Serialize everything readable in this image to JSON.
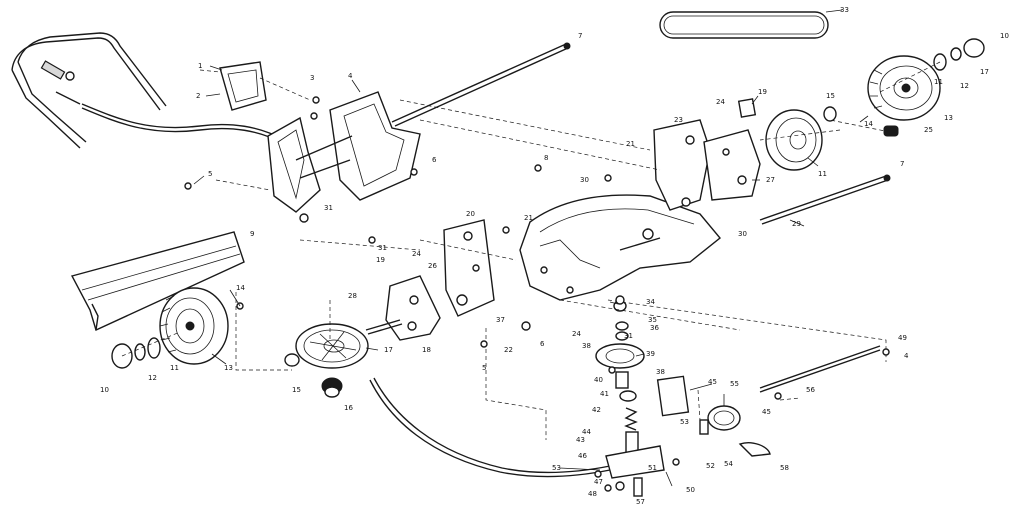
{
  "labels": [
    {
      "id": "l1",
      "text": "1"
    },
    {
      "id": "l2",
      "text": "2"
    },
    {
      "id": "l3",
      "text": "3"
    },
    {
      "id": "l4",
      "text": "4"
    },
    {
      "id": "l5",
      "text": "5"
    },
    {
      "id": "l5b",
      "text": "5"
    },
    {
      "id": "l6",
      "text": "6"
    },
    {
      "id": "l6b",
      "text": "6"
    },
    {
      "id": "l7",
      "text": "7"
    },
    {
      "id": "l7b",
      "text": "7"
    },
    {
      "id": "l8",
      "text": "8"
    },
    {
      "id": "l9",
      "text": "9"
    },
    {
      "id": "l10",
      "text": "10"
    },
    {
      "id": "l10b",
      "text": "10"
    },
    {
      "id": "l11",
      "text": "11"
    },
    {
      "id": "l11b",
      "text": "11"
    },
    {
      "id": "l11c",
      "text": "11"
    },
    {
      "id": "l12",
      "text": "12"
    },
    {
      "id": "l12b",
      "text": "12"
    },
    {
      "id": "l13",
      "text": "13"
    },
    {
      "id": "l13b",
      "text": "13"
    },
    {
      "id": "l14",
      "text": "14"
    },
    {
      "id": "l14b",
      "text": "14"
    },
    {
      "id": "l15",
      "text": "15"
    },
    {
      "id": "l15b",
      "text": "15"
    },
    {
      "id": "l16",
      "text": "16"
    },
    {
      "id": "l17",
      "text": "17"
    },
    {
      "id": "l17b",
      "text": "17"
    },
    {
      "id": "l18",
      "text": "18"
    },
    {
      "id": "l19",
      "text": "19"
    },
    {
      "id": "l19b",
      "text": "19"
    },
    {
      "id": "l20",
      "text": "20"
    },
    {
      "id": "l21",
      "text": "21"
    },
    {
      "id": "l21b",
      "text": "21"
    },
    {
      "id": "l22",
      "text": "22"
    },
    {
      "id": "l23",
      "text": "23"
    },
    {
      "id": "l24",
      "text": "24"
    },
    {
      "id": "l24b",
      "text": "24"
    },
    {
      "id": "l24c",
      "text": "24"
    },
    {
      "id": "l25",
      "text": "25"
    },
    {
      "id": "l26",
      "text": "26"
    },
    {
      "id": "l27",
      "text": "27"
    },
    {
      "id": "l28",
      "text": "28"
    },
    {
      "id": "l29",
      "text": "29"
    },
    {
      "id": "l30",
      "text": "30"
    },
    {
      "id": "l30b",
      "text": "30"
    },
    {
      "id": "l31",
      "text": "31"
    },
    {
      "id": "l31b",
      "text": "31"
    },
    {
      "id": "l31c",
      "text": "31"
    },
    {
      "id": "l33",
      "text": "33"
    },
    {
      "id": "l34",
      "text": "34"
    },
    {
      "id": "l35",
      "text": "35"
    },
    {
      "id": "l36",
      "text": "36"
    },
    {
      "id": "l37",
      "text": "37"
    },
    {
      "id": "l38",
      "text": "38"
    },
    {
      "id": "l38b",
      "text": "38"
    },
    {
      "id": "l39",
      "text": "39"
    },
    {
      "id": "l40",
      "text": "40"
    },
    {
      "id": "l41",
      "text": "41"
    },
    {
      "id": "l42",
      "text": "42"
    },
    {
      "id": "l43",
      "text": "43"
    },
    {
      "id": "l44",
      "text": "44"
    },
    {
      "id": "l45",
      "text": "45"
    },
    {
      "id": "l45b",
      "text": "45"
    },
    {
      "id": "l46",
      "text": "46"
    },
    {
      "id": "l47",
      "text": "47"
    },
    {
      "id": "l48",
      "text": "48"
    },
    {
      "id": "l49",
      "text": "49"
    },
    {
      "id": "l50",
      "text": "50"
    },
    {
      "id": "l51",
      "text": "51"
    },
    {
      "id": "l52",
      "text": "52"
    },
    {
      "id": "l53",
      "text": "53"
    },
    {
      "id": "l53b",
      "text": "53"
    },
    {
      "id": "l54",
      "text": "54"
    },
    {
      "id": "l55",
      "text": "55"
    },
    {
      "id": "l56",
      "text": "56"
    },
    {
      "id": "l57",
      "text": "57"
    },
    {
      "id": "l58",
      "text": "58"
    },
    {
      "id": "l4b",
      "text": "4"
    }
  ],
  "colors": {
    "ink": "#1a1a1a",
    "paper": "#ffffff",
    "fill": "#d8d8d8"
  }
}
